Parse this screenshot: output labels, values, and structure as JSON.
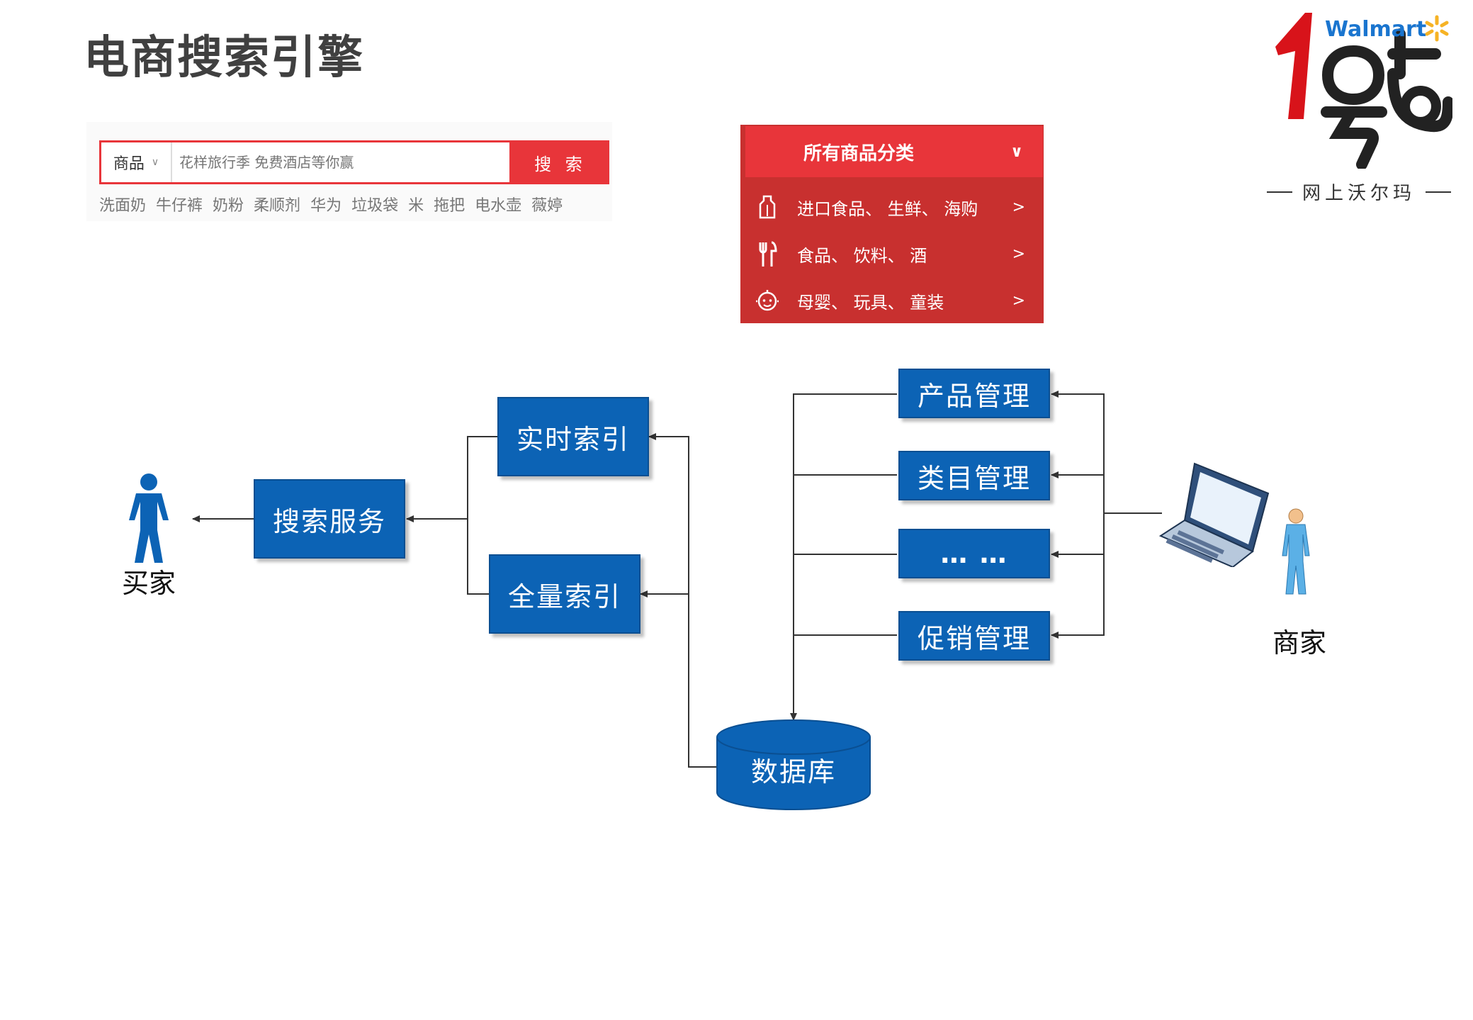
{
  "page": {
    "title": "电商搜索引擎"
  },
  "search": {
    "category": "商品",
    "placeholder": "花样旅行季 免费酒店等你赢",
    "button": "搜 索",
    "hot_words": [
      "洗面奶",
      "牛仔裤",
      "奶粉",
      "柔顺剂",
      "华为",
      "垃圾袋",
      "米",
      "拖把",
      "电水壶",
      "薇婷"
    ]
  },
  "category_menu": {
    "header": "所有商品分类",
    "items": [
      {
        "label": "进口食品、 生鲜、 海购",
        "icon": "bottle-icon"
      },
      {
        "label": "食品、 饮料、 酒",
        "icon": "utensils-icon"
      },
      {
        "label": "母婴、 玩具、 童装",
        "icon": "baby-icon"
      }
    ]
  },
  "logo": {
    "brand": "Walmart",
    "number": "1",
    "name": "号店",
    "tagline": "网上沃尔玛"
  },
  "diagram": {
    "buyer_label": "买家",
    "merchant_label": "商家",
    "search_service": "搜索服务",
    "realtime_index": "实时索引",
    "full_index": "全量索引",
    "product_mgmt": "产品管理",
    "category_mgmt": "类目管理",
    "ellipsis": "…  …",
    "promo_mgmt": "促销管理",
    "database": "数据库"
  },
  "colors": {
    "accent_red": "#e8353a",
    "box_blue": "#0c63b5",
    "walmart_blue": "#1a75cf",
    "logo_red": "#d8131a"
  }
}
